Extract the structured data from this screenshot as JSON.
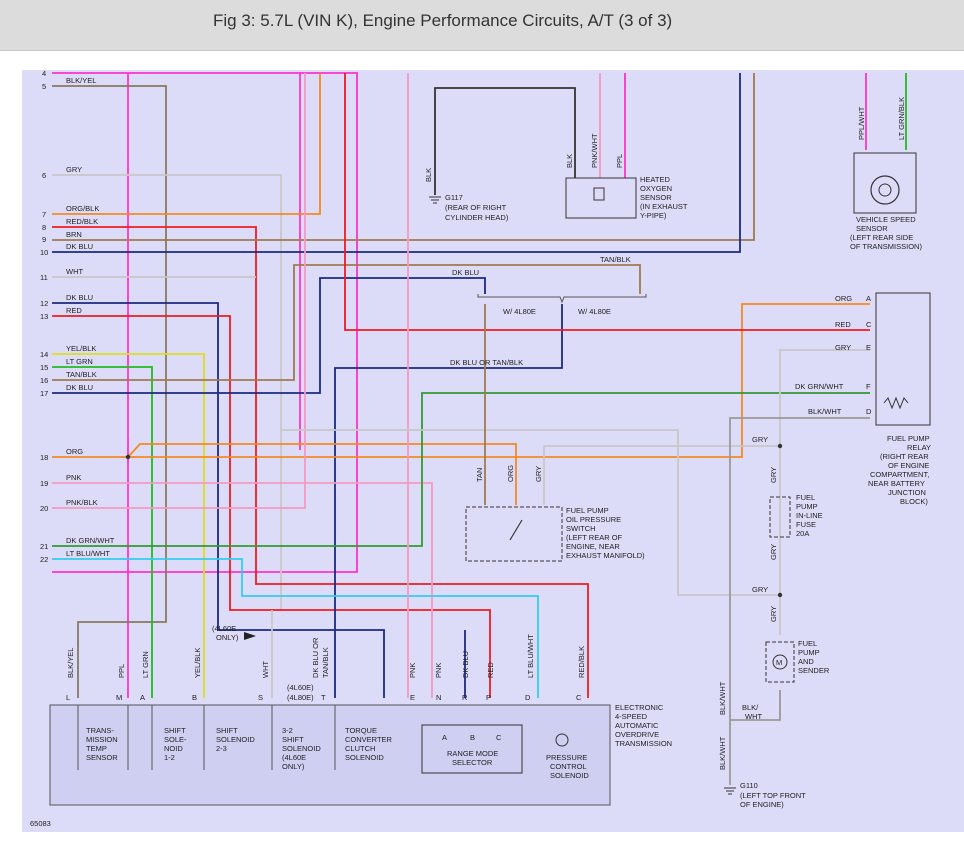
{
  "title": "Fig 3: 5.7L (VIN K), Engine Performance Circuits, A/T (3 of 3)",
  "colors": {
    "background_panel": "#dcdcf8",
    "blk": "#333333",
    "yel_blk": "#857a60",
    "ppl": "#ff33cc",
    "orange": "#f28a24",
    "red": "#ee1c24",
    "brown": "#a07a50",
    "blue": "#1c2a80",
    "gray": "#c8c8c8",
    "pink": "#f49ac2",
    "tan": "#a08060",
    "green": "#22bb22",
    "dk_green": "#339933",
    "yellow": "#dddd22",
    "lt_blue": "#33ccee"
  },
  "pin_numbers": [
    "4",
    "5",
    "6",
    "7",
    "8",
    "9",
    "10",
    "11",
    "12",
    "13",
    "14",
    "15",
    "16",
    "17",
    "18",
    "19",
    "20",
    "21",
    "22"
  ],
  "left_wires": [
    {
      "num": "5",
      "label": "BLK/YEL"
    },
    {
      "num": "6",
      "label": "GRY"
    },
    {
      "num": "7",
      "label": "ORG/BLK"
    },
    {
      "num": "8",
      "label": "RED/BLK"
    },
    {
      "num": "9",
      "label": "BRN"
    },
    {
      "num": "10",
      "label": "DK BLU"
    },
    {
      "num": "11",
      "label": "WHT"
    },
    {
      "num": "12",
      "label": "DK BLU"
    },
    {
      "num": "13",
      "label": "RED"
    },
    {
      "num": "14",
      "label": "YEL/BLK"
    },
    {
      "num": "15",
      "label": "LT GRN"
    },
    {
      "num": "16",
      "label": "TAN/BLK"
    },
    {
      "num": "17",
      "label": "DK BLU"
    },
    {
      "num": "18",
      "label": "ORG"
    },
    {
      "num": "19",
      "label": "PNK"
    },
    {
      "num": "20",
      "label": "PNK/BLK"
    },
    {
      "num": "21",
      "label": "DK GRN/WHT"
    },
    {
      "num": "22",
      "label": "LT BLU/WHT"
    }
  ],
  "labels": {
    "blk": "BLK",
    "g117": "G117",
    "g117_desc": [
      "(REAR OF RIGHT",
      "CYLINDER HEAD)"
    ],
    "pnk_wht": "PNK/WHT",
    "ppl": "PPL",
    "ho2s": [
      "HEATED",
      "OXYGEN",
      "SENSOR",
      "(IN EXHAUST",
      "Y-PIPE)"
    ],
    "ppl_wht": "PPL/WHT",
    "lt_grn_blk": "LT GRN/BLK",
    "vss": [
      "VEHICLE SPEED",
      "SENSOR",
      "(LEFT REAR SIDE",
      "OF TRANSMISSION)"
    ],
    "tan_blk": "TAN/BLK",
    "dk_blu": "DK BLU",
    "w_4l80e_1": "W/ 4L80E",
    "w_4l80e_2": "W/ 4L80E",
    "dk_blu_or_tan_blk": "DK BLU OR TAN/BLK",
    "relay_org": "ORG",
    "relay_red": "RED",
    "relay_gry": "GRY",
    "relay_dkgrnwht": "DK GRN/WHT",
    "relay_blkwht": "BLK/WHT",
    "relay_title": [
      "FUEL PUMP",
      "RELAY",
      "(RIGHT REAR",
      "OF ENGINE",
      "COMPARTMENT,",
      "NEAR BATTERY",
      "JUNCTION",
      "BLOCK)"
    ],
    "gry": "GRY",
    "tan": "TAN",
    "org": "ORG",
    "ops": [
      "FUEL PUMP",
      "OIL PRESSURE",
      "SWITCH",
      "(LEFT REAR OF",
      "ENGINE, NEAR",
      "EXHAUST MANIFOLD)"
    ],
    "fuse": [
      "FUEL",
      "PUMP",
      "IN-LINE",
      "FUSE",
      "20A"
    ],
    "fpump": [
      "FUEL",
      "PUMP",
      "AND",
      "SENDER"
    ],
    "blk_wht": "BLK/WHT",
    "blk_wht2": [
      "BLK/",
      "WHT"
    ],
    "g110": "G110",
    "g110_desc": [
      "(LEFT TOP FRONT",
      "OF ENGINE)"
    ],
    "only_4l60e": [
      "(4L60E",
      "ONLY)"
    ],
    "trans": [
      "ELECTRONIC",
      "4-SPEED",
      "AUTOMATIC",
      "OVERDRIVE",
      "TRANSMISSION"
    ],
    "bottom_wires": [
      "BLK/YEL",
      "PPL",
      "LT GRN",
      "YEL/BLK",
      "WHT",
      "DK BLU OR",
      "TAN/BLK",
      "PNK",
      "PNK",
      "DK BLU",
      "RED",
      "LT BLU/WHT",
      "RED/BLK"
    ],
    "bottom_4l60e": "(4L60E)",
    "bottom_4l80e": "(4L80E)",
    "comp_temp": [
      "TRANS-",
      "MISSION",
      "TEMP",
      "SENSOR"
    ],
    "comp_ss12": [
      "SHIFT",
      "SOLE-",
      "NOID",
      "1-2"
    ],
    "comp_ss23": [
      "SHIFT",
      "SOLENOID",
      "2-3"
    ],
    "comp_ss32": [
      "3-2",
      "SHIFT",
      "SOLENOID",
      "(4L60E",
      "ONLY)"
    ],
    "comp_tcc": [
      "TORQUE",
      "CONVERTER",
      "CLUTCH",
      "SOLENOID"
    ],
    "comp_range": [
      "RANGE MODE",
      "SELECTOR"
    ],
    "comp_pcs": [
      "PRESSURE",
      "CONTROL",
      "SOLENOID"
    ],
    "conn_letters": [
      "L",
      "M",
      "A",
      "B",
      "S",
      "T",
      "E",
      "N",
      "R",
      "P",
      "D",
      "C"
    ],
    "range_letters": [
      "A",
      "B",
      "C"
    ],
    "figure_id": "65083"
  }
}
